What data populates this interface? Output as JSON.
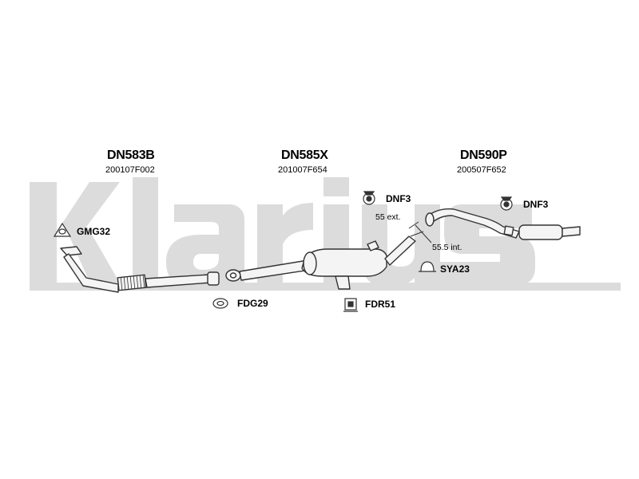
{
  "watermark_text": "Klarius",
  "sections": [
    {
      "part": "DN583B",
      "code": "200107F002"
    },
    {
      "part": "DN585X",
      "code": "201007F654"
    },
    {
      "part": "DN590P",
      "code": "200507F652"
    }
  ],
  "accessories": {
    "gmg32": "GMG32",
    "fdg29": "FDG29",
    "fdr51": "FDR51",
    "dnf3_a": "DNF3",
    "dnf3_b": "DNF3",
    "sya23": "SYA23"
  },
  "dimensions": {
    "ext": "55 ext.",
    "int": "55.5 int."
  },
  "colors": {
    "watermark": "#dcdcdc",
    "pipe_fill": "#f4f4f4",
    "outline": "#333333"
  }
}
